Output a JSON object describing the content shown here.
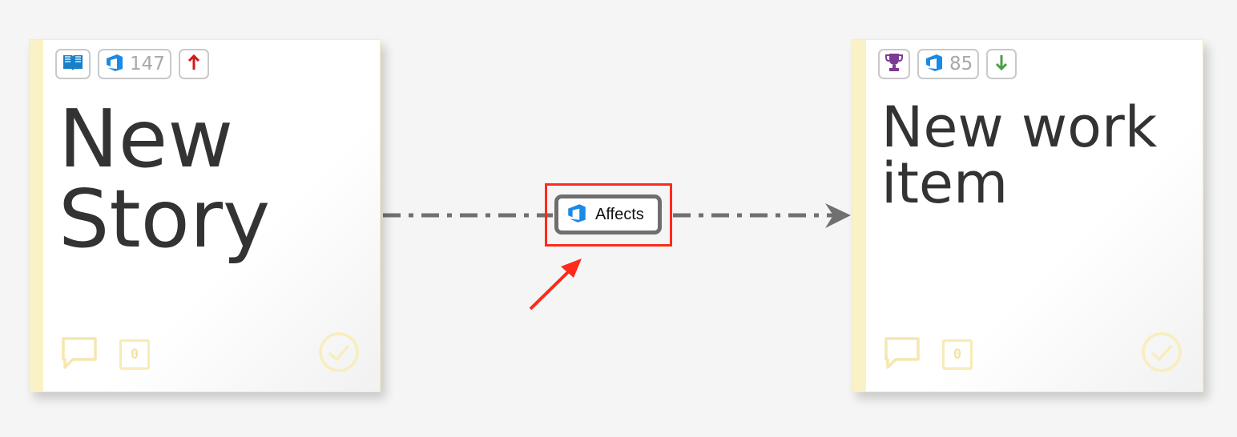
{
  "cards": [
    {
      "title": "New Story",
      "type_icon": "book-icon",
      "id": "147",
      "priority_icon": "arrow-up-icon",
      "comment_icon": "comment-icon",
      "count": "0",
      "status_icon": "check-circle-icon"
    },
    {
      "title": "New work item",
      "type_icon": "trophy-icon",
      "id": "85",
      "priority_icon": "arrow-down-icon",
      "comment_icon": "comment-icon",
      "count": "0",
      "status_icon": "check-circle-icon"
    }
  ],
  "link": {
    "label": "Affects",
    "icon": "azure-devops-icon",
    "line_style": "dash-dot",
    "line_color": "#707070"
  },
  "colors": {
    "highlight": "#ff2a1a",
    "devops_blue": "#1b8ae6",
    "priority_up": "#d11a1a",
    "priority_down": "#4a9e4a",
    "trophy": "#7b3a96",
    "book": "#1a7fc7",
    "sticky_edge": "#fbf1c6"
  }
}
